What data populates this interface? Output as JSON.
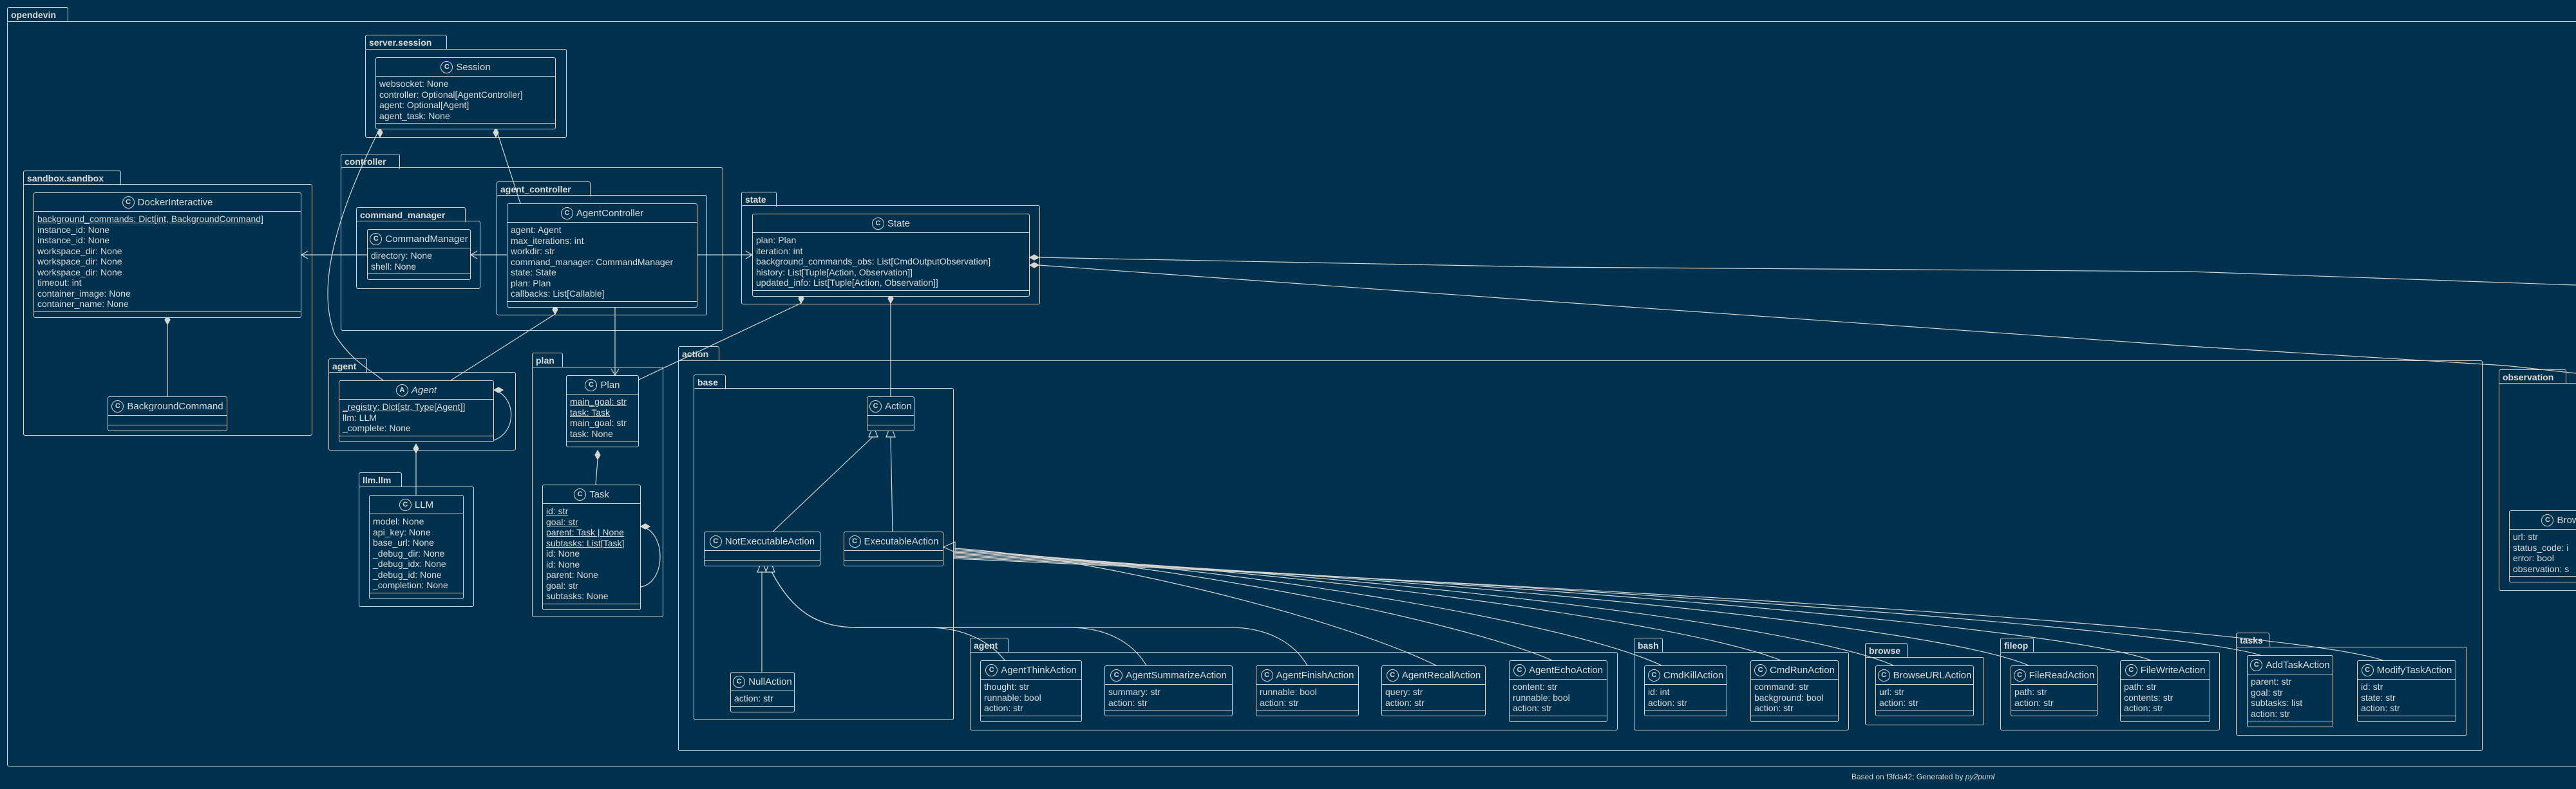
{
  "colors": {
    "background": "#00314f",
    "line": "#d9d5cf"
  },
  "packages": [
    {
      "id": "opendevin",
      "label": "opendevin"
    },
    {
      "id": "server_session",
      "label": "server.session"
    },
    {
      "id": "controller",
      "label": "controller"
    },
    {
      "id": "sandbox_sandbox",
      "label": "sandbox.sandbox"
    },
    {
      "id": "command_manager",
      "label": "command_manager"
    },
    {
      "id": "agent_controller",
      "label": "agent_controller"
    },
    {
      "id": "state",
      "label": "state"
    },
    {
      "id": "action",
      "label": "action"
    },
    {
      "id": "base",
      "label": "base"
    },
    {
      "id": "agent",
      "label": "agent"
    },
    {
      "id": "llm_llm",
      "label": "llm.llm"
    },
    {
      "id": "plan",
      "label": "plan"
    },
    {
      "id": "action_agent",
      "label": "agent"
    },
    {
      "id": "bash",
      "label": "bash"
    },
    {
      "id": "browse",
      "label": "browse"
    },
    {
      "id": "fileop",
      "label": "fileop"
    },
    {
      "id": "tasks",
      "label": "tasks"
    },
    {
      "id": "observation",
      "label": "observation"
    }
  ],
  "classes": [
    {
      "id": "Session",
      "stereotype": "C",
      "name": "Session",
      "attrs": [
        {
          "text": "websocket: None"
        },
        {
          "text": "controller: Optional[AgentController]"
        },
        {
          "text": "agent: Optional[Agent]"
        },
        {
          "text": "agent_task: None"
        }
      ]
    },
    {
      "id": "DockerInteractive",
      "stereotype": "C",
      "name": "DockerInteractive",
      "attrs": [
        {
          "text": "background_commands: Dict[int, BackgroundCommand]",
          "static": true
        },
        {
          "text": "instance_id: None"
        },
        {
          "text": "instance_id: None"
        },
        {
          "text": "workspace_dir: None"
        },
        {
          "text": "workspace_dir: None"
        },
        {
          "text": "workspace_dir: None"
        },
        {
          "text": "timeout: int"
        },
        {
          "text": "container_image: None"
        },
        {
          "text": "container_name: None"
        }
      ]
    },
    {
      "id": "BackgroundCommand",
      "stereotype": "C",
      "name": "BackgroundCommand",
      "attrs": []
    },
    {
      "id": "CommandManager",
      "stereotype": "C",
      "name": "CommandManager",
      "attrs": [
        {
          "text": "directory: None"
        },
        {
          "text": "shell: None"
        }
      ]
    },
    {
      "id": "AgentController",
      "stereotype": "C",
      "name": "AgentController",
      "attrs": [
        {
          "text": "agent: Agent"
        },
        {
          "text": "max_iterations: int"
        },
        {
          "text": "workdir: str"
        },
        {
          "text": "command_manager: CommandManager"
        },
        {
          "text": "state: State"
        },
        {
          "text": "plan: Plan"
        },
        {
          "text": "callbacks: List[Callable]"
        }
      ]
    },
    {
      "id": "State",
      "stereotype": "C",
      "name": "State",
      "attrs": [
        {
          "text": "plan: Plan"
        },
        {
          "text": "iteration: int"
        },
        {
          "text": "background_commands_obs: List[CmdOutputObservation]"
        },
        {
          "text": "history: List[Tuple[Action, Observation]]"
        },
        {
          "text": "updated_info: List[Tuple[Action, Observation]]"
        }
      ]
    },
    {
      "id": "Agent",
      "stereotype": "A",
      "abstract": true,
      "name": "Agent",
      "attrs": [
        {
          "text": "_registry: Dict[str, Type[Agent]]",
          "static": true
        },
        {
          "text": "llm: LLM"
        },
        {
          "text": "_complete: None"
        }
      ]
    },
    {
      "id": "LLM",
      "stereotype": "C",
      "name": "LLM",
      "attrs": [
        {
          "text": "model: None"
        },
        {
          "text": "api_key: None"
        },
        {
          "text": "base_url: None"
        },
        {
          "text": "_debug_dir: None"
        },
        {
          "text": "_debug_idx: None"
        },
        {
          "text": "_debug_id: None"
        },
        {
          "text": "_completion: None"
        }
      ]
    },
    {
      "id": "Plan",
      "stereotype": "C",
      "name": "Plan",
      "attrs": [
        {
          "text": "main_goal: str",
          "static": true
        },
        {
          "text": "task: Task",
          "static": true
        },
        {
          "text": "main_goal: str"
        },
        {
          "text": "task: None"
        }
      ]
    },
    {
      "id": "Task",
      "stereotype": "C",
      "name": "Task",
      "attrs": [
        {
          "text": "id: str",
          "static": true
        },
        {
          "text": "goal: str",
          "static": true
        },
        {
          "text": "parent: Task | None",
          "static": true
        },
        {
          "text": "subtasks: List[Task]",
          "static": true
        },
        {
          "text": "id: None"
        },
        {
          "text": "id: None"
        },
        {
          "text": "parent: None"
        },
        {
          "text": "goal: str"
        },
        {
          "text": "subtasks: None"
        }
      ]
    },
    {
      "id": "Action",
      "stereotype": "C",
      "name": "Action",
      "attrs": []
    },
    {
      "id": "NotExecutableAction",
      "stereotype": "C",
      "name": "NotExecutableAction",
      "attrs": []
    },
    {
      "id": "ExecutableAction",
      "stereotype": "C",
      "name": "ExecutableAction",
      "attrs": []
    },
    {
      "id": "NullAction",
      "stereotype": "C",
      "name": "NullAction",
      "attrs": [
        {
          "text": "action: str"
        }
      ]
    },
    {
      "id": "AgentThinkAction",
      "stereotype": "C",
      "name": "AgentThinkAction",
      "attrs": [
        {
          "text": "thought: str"
        },
        {
          "text": "runnable: bool"
        },
        {
          "text": "action: str"
        }
      ]
    },
    {
      "id": "AgentSummarizeAction",
      "stereotype": "C",
      "name": "AgentSummarizeAction",
      "attrs": [
        {
          "text": "summary: str"
        },
        {
          "text": "action: str"
        }
      ]
    },
    {
      "id": "AgentFinishAction",
      "stereotype": "C",
      "name": "AgentFinishAction",
      "attrs": [
        {
          "text": "runnable: bool"
        },
        {
          "text": "action: str"
        }
      ]
    },
    {
      "id": "AgentRecallAction",
      "stereotype": "C",
      "name": "AgentRecallAction",
      "attrs": [
        {
          "text": "query: str"
        },
        {
          "text": "action: str"
        }
      ]
    },
    {
      "id": "AgentEchoAction",
      "stereotype": "C",
      "name": "AgentEchoAction",
      "attrs": [
        {
          "text": "content: str"
        },
        {
          "text": "runnable: bool"
        },
        {
          "text": "action: str"
        }
      ]
    },
    {
      "id": "CmdKillAction",
      "stereotype": "C",
      "name": "CmdKillAction",
      "attrs": [
        {
          "text": "id: int"
        },
        {
          "text": "action: str"
        }
      ]
    },
    {
      "id": "CmdRunAction",
      "stereotype": "C",
      "name": "CmdRunAction",
      "attrs": [
        {
          "text": "command: str"
        },
        {
          "text": "background: bool"
        },
        {
          "text": "action: str"
        }
      ]
    },
    {
      "id": "BrowseURLAction",
      "stereotype": "C",
      "name": "BrowseURLAction",
      "attrs": [
        {
          "text": "url: str"
        },
        {
          "text": "action: str"
        }
      ]
    },
    {
      "id": "FileReadAction",
      "stereotype": "C",
      "name": "FileReadAction",
      "attrs": [
        {
          "text": "path: str"
        },
        {
          "text": "action: str"
        }
      ]
    },
    {
      "id": "FileWriteAction",
      "stereotype": "C",
      "name": "FileWriteAction",
      "attrs": [
        {
          "text": "path: str"
        },
        {
          "text": "contents: str"
        },
        {
          "text": "action: str"
        }
      ]
    },
    {
      "id": "AddTaskAction",
      "stereotype": "C",
      "name": "AddTaskAction",
      "attrs": [
        {
          "text": "parent: str"
        },
        {
          "text": "goal: str"
        },
        {
          "text": "subtasks: list"
        },
        {
          "text": "action: str"
        }
      ]
    },
    {
      "id": "ModifyTaskAction",
      "stereotype": "C",
      "name": "ModifyTaskAction",
      "attrs": [
        {
          "text": "id: str"
        },
        {
          "text": "state: str"
        },
        {
          "text": "action: str"
        }
      ]
    },
    {
      "id": "BrowserOut",
      "stereotype": "C",
      "name": "BrowserOu",
      "attrs": [
        {
          "text": "url: str"
        },
        {
          "text": "status_code: i"
        },
        {
          "text": "error: bool"
        },
        {
          "text": "observation: s"
        }
      ]
    }
  ],
  "footer": {
    "prefix": "Based on f3fda42; Generated by ",
    "tool": "py2puml"
  }
}
